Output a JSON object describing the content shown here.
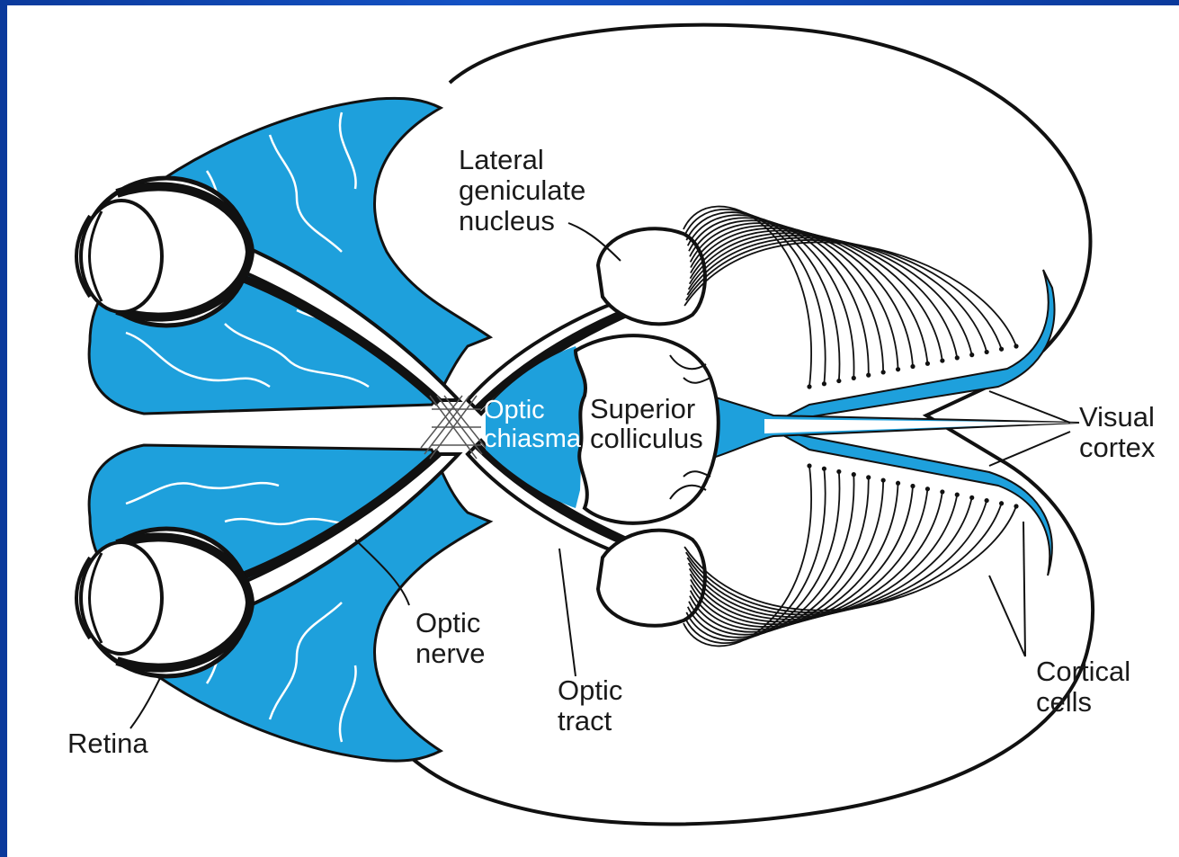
{
  "diagram": {
    "colors": {
      "fill_blue": "#1ea0dc",
      "outline": "#111111",
      "background": "#ffffff",
      "slide_frame": "#0d46b8"
    },
    "labels": {
      "lgn_line1": "Lateral",
      "lgn_line2": "geniculate",
      "lgn_line3": "nucleus",
      "chiasma_line1": "Optic",
      "chiasma_line2": "chiasma",
      "colliculus_line1": "Superior",
      "colliculus_line2": "colliculus",
      "visual_cortex_line1": "Visual",
      "visual_cortex_line2": "cortex",
      "optic_nerve_line1": "Optic",
      "optic_nerve_line2": "nerve",
      "optic_tract_line1": "Optic",
      "optic_tract_line2": "tract",
      "cortical_cells_line1": "Cortical",
      "cortical_cells_line2": "cells",
      "retina": "Retina"
    }
  }
}
